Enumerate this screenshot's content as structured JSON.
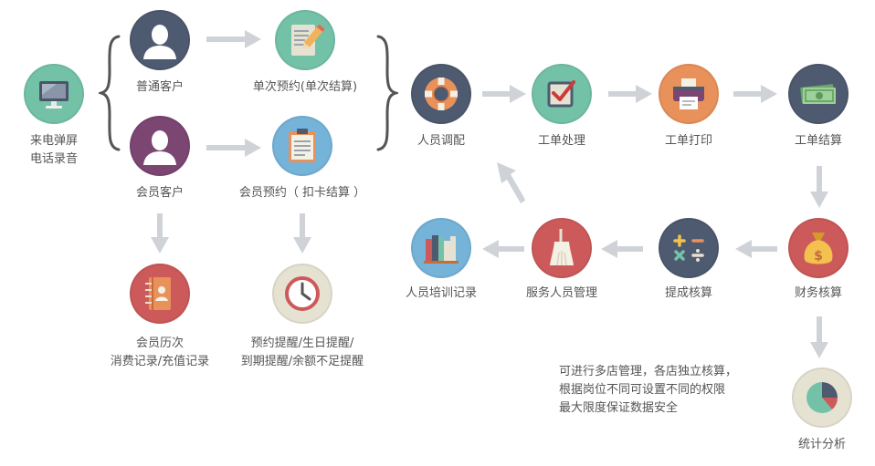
{
  "colors": {
    "teal": "#73c2a8",
    "navy": "#4e5a70",
    "purple": "#7b4672",
    "blue": "#75b3d8",
    "red": "#cc5a5a",
    "orange": "#e8915a",
    "pale": "#e6e2d2",
    "arrow": "#cfd3d8"
  },
  "nodes": {
    "call_center": {
      "label1": "来电弹屏",
      "label2": "电话录音",
      "icon": "monitor-icon"
    },
    "regular_customer": {
      "label": "普通客户",
      "icon": "person-icon"
    },
    "single_booking": {
      "label": "单次预约(单次结算)",
      "icon": "notepad-pencil-icon"
    },
    "member_customer": {
      "label": "会员客户",
      "icon": "person-icon"
    },
    "member_booking": {
      "label": "会员预约（ 扣卡结算 ）",
      "icon": "clipboard-icon"
    },
    "member_history": {
      "label1": "会员历次",
      "label2": "消费记录/充值记录",
      "icon": "address-book-icon"
    },
    "reminders": {
      "label1": "预约提醒/生日提醒/",
      "label2": "到期提醒/余额不足提醒",
      "icon": "clock-icon"
    },
    "staff_dispatch": {
      "label": "人员调配",
      "icon": "lifebuoy-icon"
    },
    "work_order_processing": {
      "label": "工单处理",
      "icon": "checkbox-icon"
    },
    "work_order_print": {
      "label": "工单打印",
      "icon": "printer-icon"
    },
    "work_order_settlement": {
      "label": "工单结算",
      "icon": "money-icon"
    },
    "finance_accounting": {
      "label": "财务核算",
      "icon": "money-bag-icon"
    },
    "commission_accounting": {
      "label": "提成核算",
      "icon": "calculator-icon"
    },
    "service_staff_management": {
      "label": "服务人员管理",
      "icon": "broom-icon"
    },
    "staff_training": {
      "label": "人员培训记录",
      "icon": "books-icon"
    },
    "statistics": {
      "label": "统计分析",
      "icon": "pie-chart-icon"
    }
  },
  "note": {
    "line1": "可进行多店管理，各店独立核算，",
    "line2": "根据岗位不同可设置不同的权限",
    "line3": "最大限度保证数据安全"
  }
}
